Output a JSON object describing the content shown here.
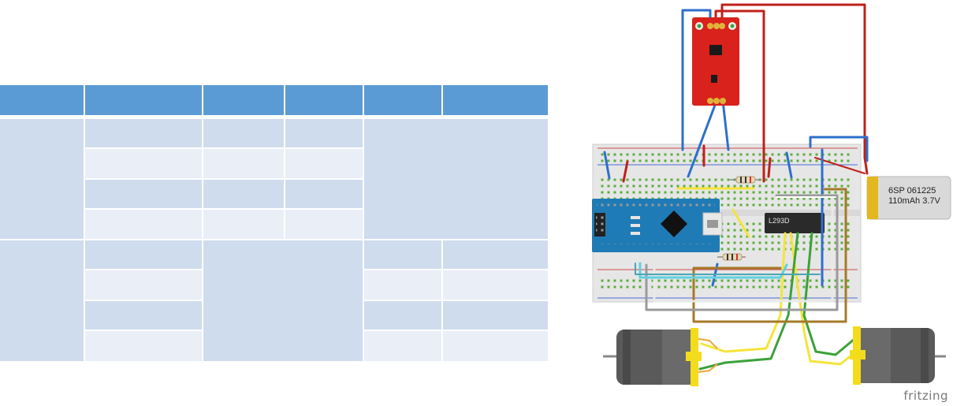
{
  "battery": {
    "line1": "6SP 061225",
    "line2": "110mAh 3.7V"
  },
  "driver_chip": {
    "label": "L293D"
  },
  "board": {
    "name": "Arduino Nano"
  },
  "footer": {
    "brand": "fritzing"
  },
  "colors": {
    "table_header": "#5b9bd5",
    "table_dark": "#cfdcee",
    "table_light": "#e9eef7",
    "board_blue": "#1f7bb5",
    "sensor_red": "#d8221b",
    "wire_red": "#c0201a",
    "wire_blue": "#2e6fcb",
    "wire_yellow": "#f4e43a",
    "wire_green": "#3ba13a",
    "wire_brown": "#a57a2a",
    "wire_cyan": "#5fd0e0"
  }
}
